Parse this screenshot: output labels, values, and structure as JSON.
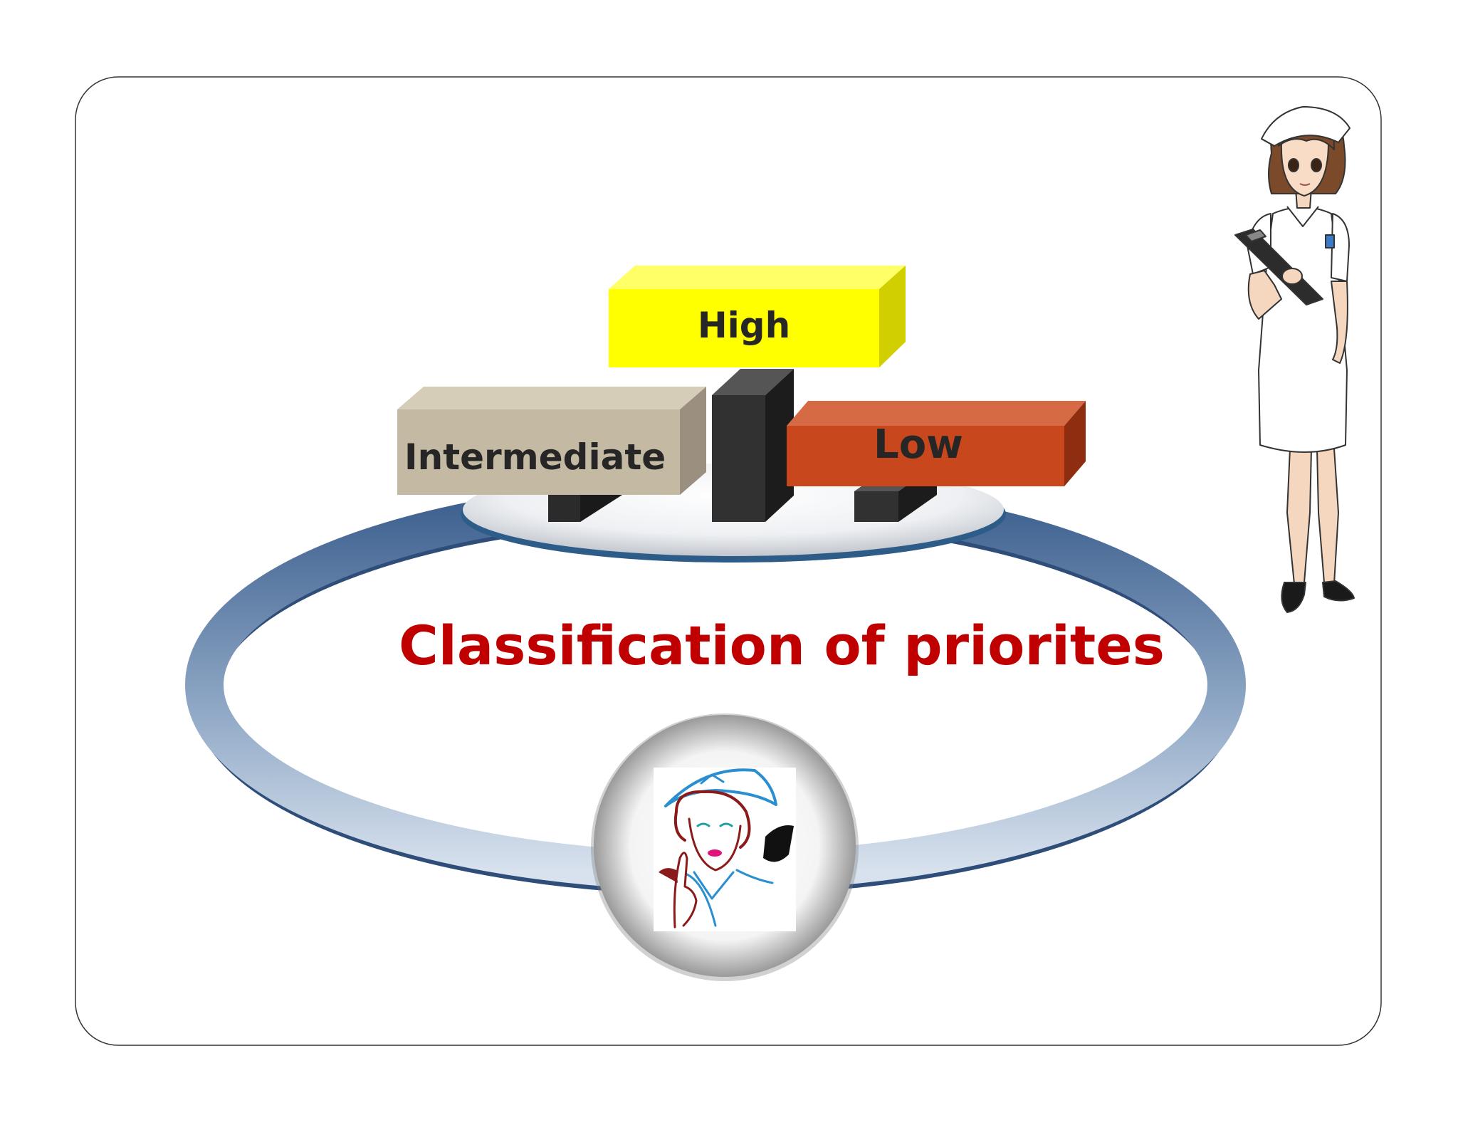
{
  "slide": {
    "title": "Classification of priorites",
    "colors": {
      "title": "#c00000",
      "high": "#ffff00",
      "intermediate": "#c4b9a2",
      "low": "#c9471c",
      "ring": "#4a6e9b",
      "pillar": "#303030"
    },
    "blocks": [
      {
        "label": "High"
      },
      {
        "label": "Intermediate"
      },
      {
        "label": "Low"
      }
    ],
    "images": [
      {
        "name": "nurse-standing-illustration"
      },
      {
        "name": "vintage-nurse-portrait"
      }
    ]
  }
}
